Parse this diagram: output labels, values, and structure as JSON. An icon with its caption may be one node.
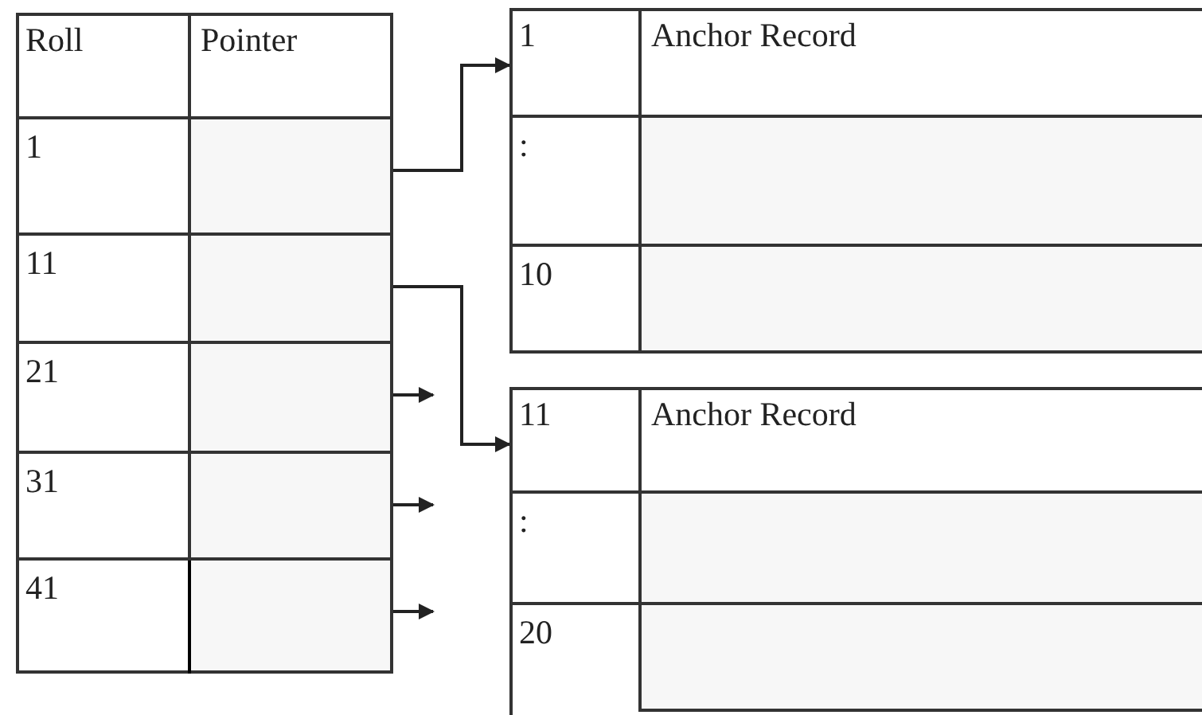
{
  "diagram": {
    "nodes": [
      {
        "text": [],
        "shape": "box"
      },
      {
        "text": [
          "Roll"
        ],
        "in": 0
      },
      {
        "text": [
          "Pointer"
        ],
        "in": 0
      },
      {
        "text": [
          "1"
        ],
        "in": 0
      },
      {
        "text": [],
        "shape": "box",
        "in": 0
      },
      {
        "text": [
          "11"
        ],
        "in": 0
      },
      {
        "text": [],
        "shape": "box",
        "in": 0
      },
      {
        "text": [
          "21"
        ],
        "in": 0
      },
      {
        "text": [],
        "shape": "box",
        "in": 0
      },
      {
        "text": [
          "31"
        ],
        "in": 0
      },
      {
        "text": [],
        "shape": "box",
        "in": 0
      },
      {
        "text": [
          "41"
        ],
        "in": 0
      },
      {
        "text": [],
        "shape": "box",
        "in": 0
      },
      {
        "text": [],
        "shape": "box"
      },
      {
        "text": [
          "1"
        ],
        "in": 13
      },
      {
        "text": [
          "Anchor Record"
        ],
        "in": 13
      },
      {
        "text": [
          ":"
        ],
        "in": 13
      },
      {
        "text": [],
        "shape": "box",
        "in": 13
      },
      {
        "text": [
          "10"
        ],
        "in": 13
      },
      {
        "text": [],
        "shape": "box",
        "in": 13
      },
      {
        "text": [],
        "shape": "box"
      },
      {
        "text": [
          "11"
        ],
        "in": 20
      },
      {
        "text": [
          "Anchor Record"
        ],
        "in": 20
      },
      {
        "text": [
          ":"
        ],
        "in": 20
      },
      {
        "text": [],
        "shape": "box",
        "in": 20
      },
      {
        "text": [
          "20"
        ],
        "in": 20
      },
      {
        "text": [],
        "shape": "box",
        "in": 20
      }
    ],
    "edges": [
      {
        "from": 4,
        "to": 14,
        "arrow": "to"
      },
      {
        "from": 6,
        "to": 21,
        "arrow": "to"
      },
      {
        "from": 8,
        "to": null,
        "arrow": "to"
      },
      {
        "from": 10,
        "to": null,
        "arrow": "to"
      },
      {
        "from": 12,
        "to": null,
        "arrow": "to"
      }
    ]
  }
}
